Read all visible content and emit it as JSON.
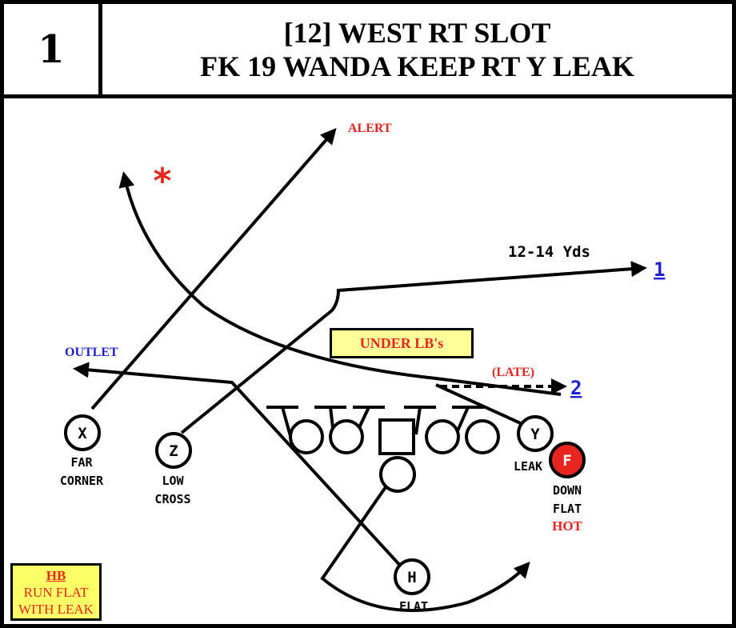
{
  "header": {
    "play_number": "1",
    "title_line1": "[12] WEST RT SLOT",
    "title_line2": "FK 19 WANDA KEEP RT Y LEAK"
  },
  "annotations": {
    "alert": "ALERT",
    "star": "*",
    "depth": "12-14 Yds",
    "read1": "1",
    "read2": "2",
    "late": "(LATE)",
    "outlet": "OUTLET",
    "under_lbs": "UNDER LB's"
  },
  "players": {
    "x": {
      "symbol": "X",
      "label1": "FAR",
      "label2": "CORNER"
    },
    "z": {
      "symbol": "Z",
      "label1": "LOW",
      "label2": "CROSS"
    },
    "y": {
      "symbol": "Y",
      "label1": "LEAK"
    },
    "f": {
      "symbol": "F",
      "label1": "DOWN",
      "label2": "FLAT",
      "label3": "HOT"
    },
    "h": {
      "symbol": "H",
      "label1": "FLAT"
    }
  },
  "hb_note": {
    "title": "HB",
    "line1": "RUN FLAT",
    "line2": "WITH LEAK"
  },
  "colors": {
    "red": "#e8251e",
    "blue": "#1f1fd6",
    "yellow": "#ffff66",
    "hot_fill": "#e8251e"
  }
}
